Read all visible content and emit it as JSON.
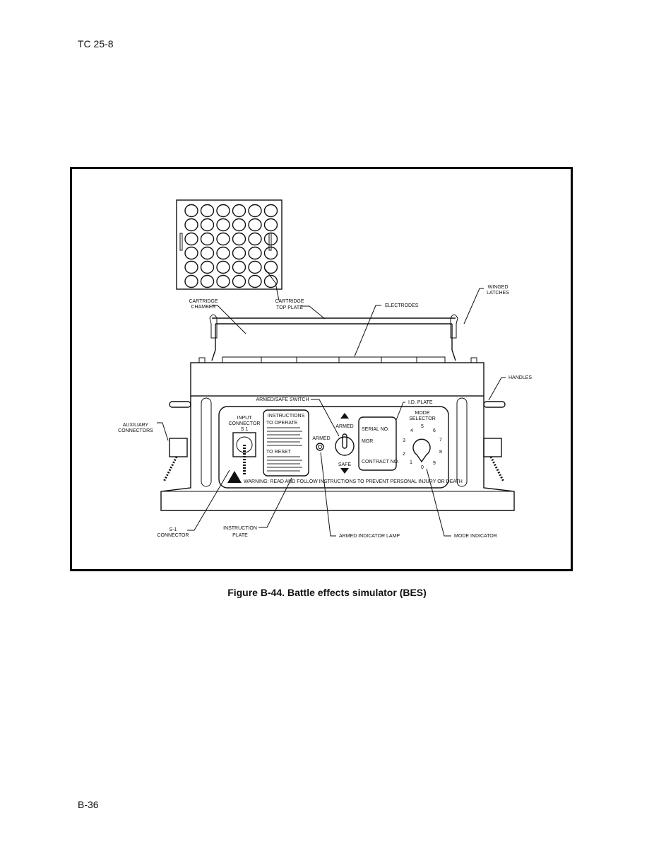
{
  "header": {
    "doc_id": "TC 25-8"
  },
  "footer": {
    "page_number": "B-36"
  },
  "figure": {
    "caption": "Figure B-44.  Battle effects simulator (BES)",
    "labels": {
      "cartridge_chamber": [
        "CARTRIDGE",
        "CHAMBER"
      ],
      "cartridge_top_plate": [
        "CARTRIDGE",
        "TOP PLATE"
      ],
      "electrodes": "ELECTRODES",
      "winged_latches": [
        "WINGED",
        "LATCHES"
      ],
      "handles": "HANDLES",
      "armed_safe_switch": "ARMED/SAFE SWITCH",
      "id_plate": "I.D. PLATE",
      "auxiliary_connectors": [
        "AUXILIARY",
        "CONNECTORS"
      ],
      "s1_connector": [
        "S-1",
        "CONNECTOR"
      ],
      "instruction_plate": [
        "INSTRUCTION",
        "PLATE"
      ],
      "armed_indicator_lamp": "ARMED INDICATOR LAMP",
      "mode_indicator": "MODE INDICATOR"
    },
    "panel": {
      "input_connector": [
        "INPUT",
        "CONNECTOR",
        "S 1"
      ],
      "instructions_title": "INSTRUCTIONS",
      "to_operate": "TO OPERATE",
      "to_reset": "TO RESET",
      "armed": "ARMED",
      "switch_up": "ARMED",
      "switch_down": "SAFE",
      "id_fields": [
        "SERIAL NO.",
        "MGR",
        "CONTRACT NO."
      ],
      "mode_selector": [
        "MODE",
        "SELECTOR"
      ],
      "mode_numbers": [
        "1",
        "2",
        "3",
        "4",
        "5",
        "6",
        "7",
        "8",
        "9",
        "0"
      ],
      "warning": "WARNING: READ AND FOLLOW INSTRUCTIONS TO PREVENT PERSONAL INJURY OR DEATH"
    }
  }
}
